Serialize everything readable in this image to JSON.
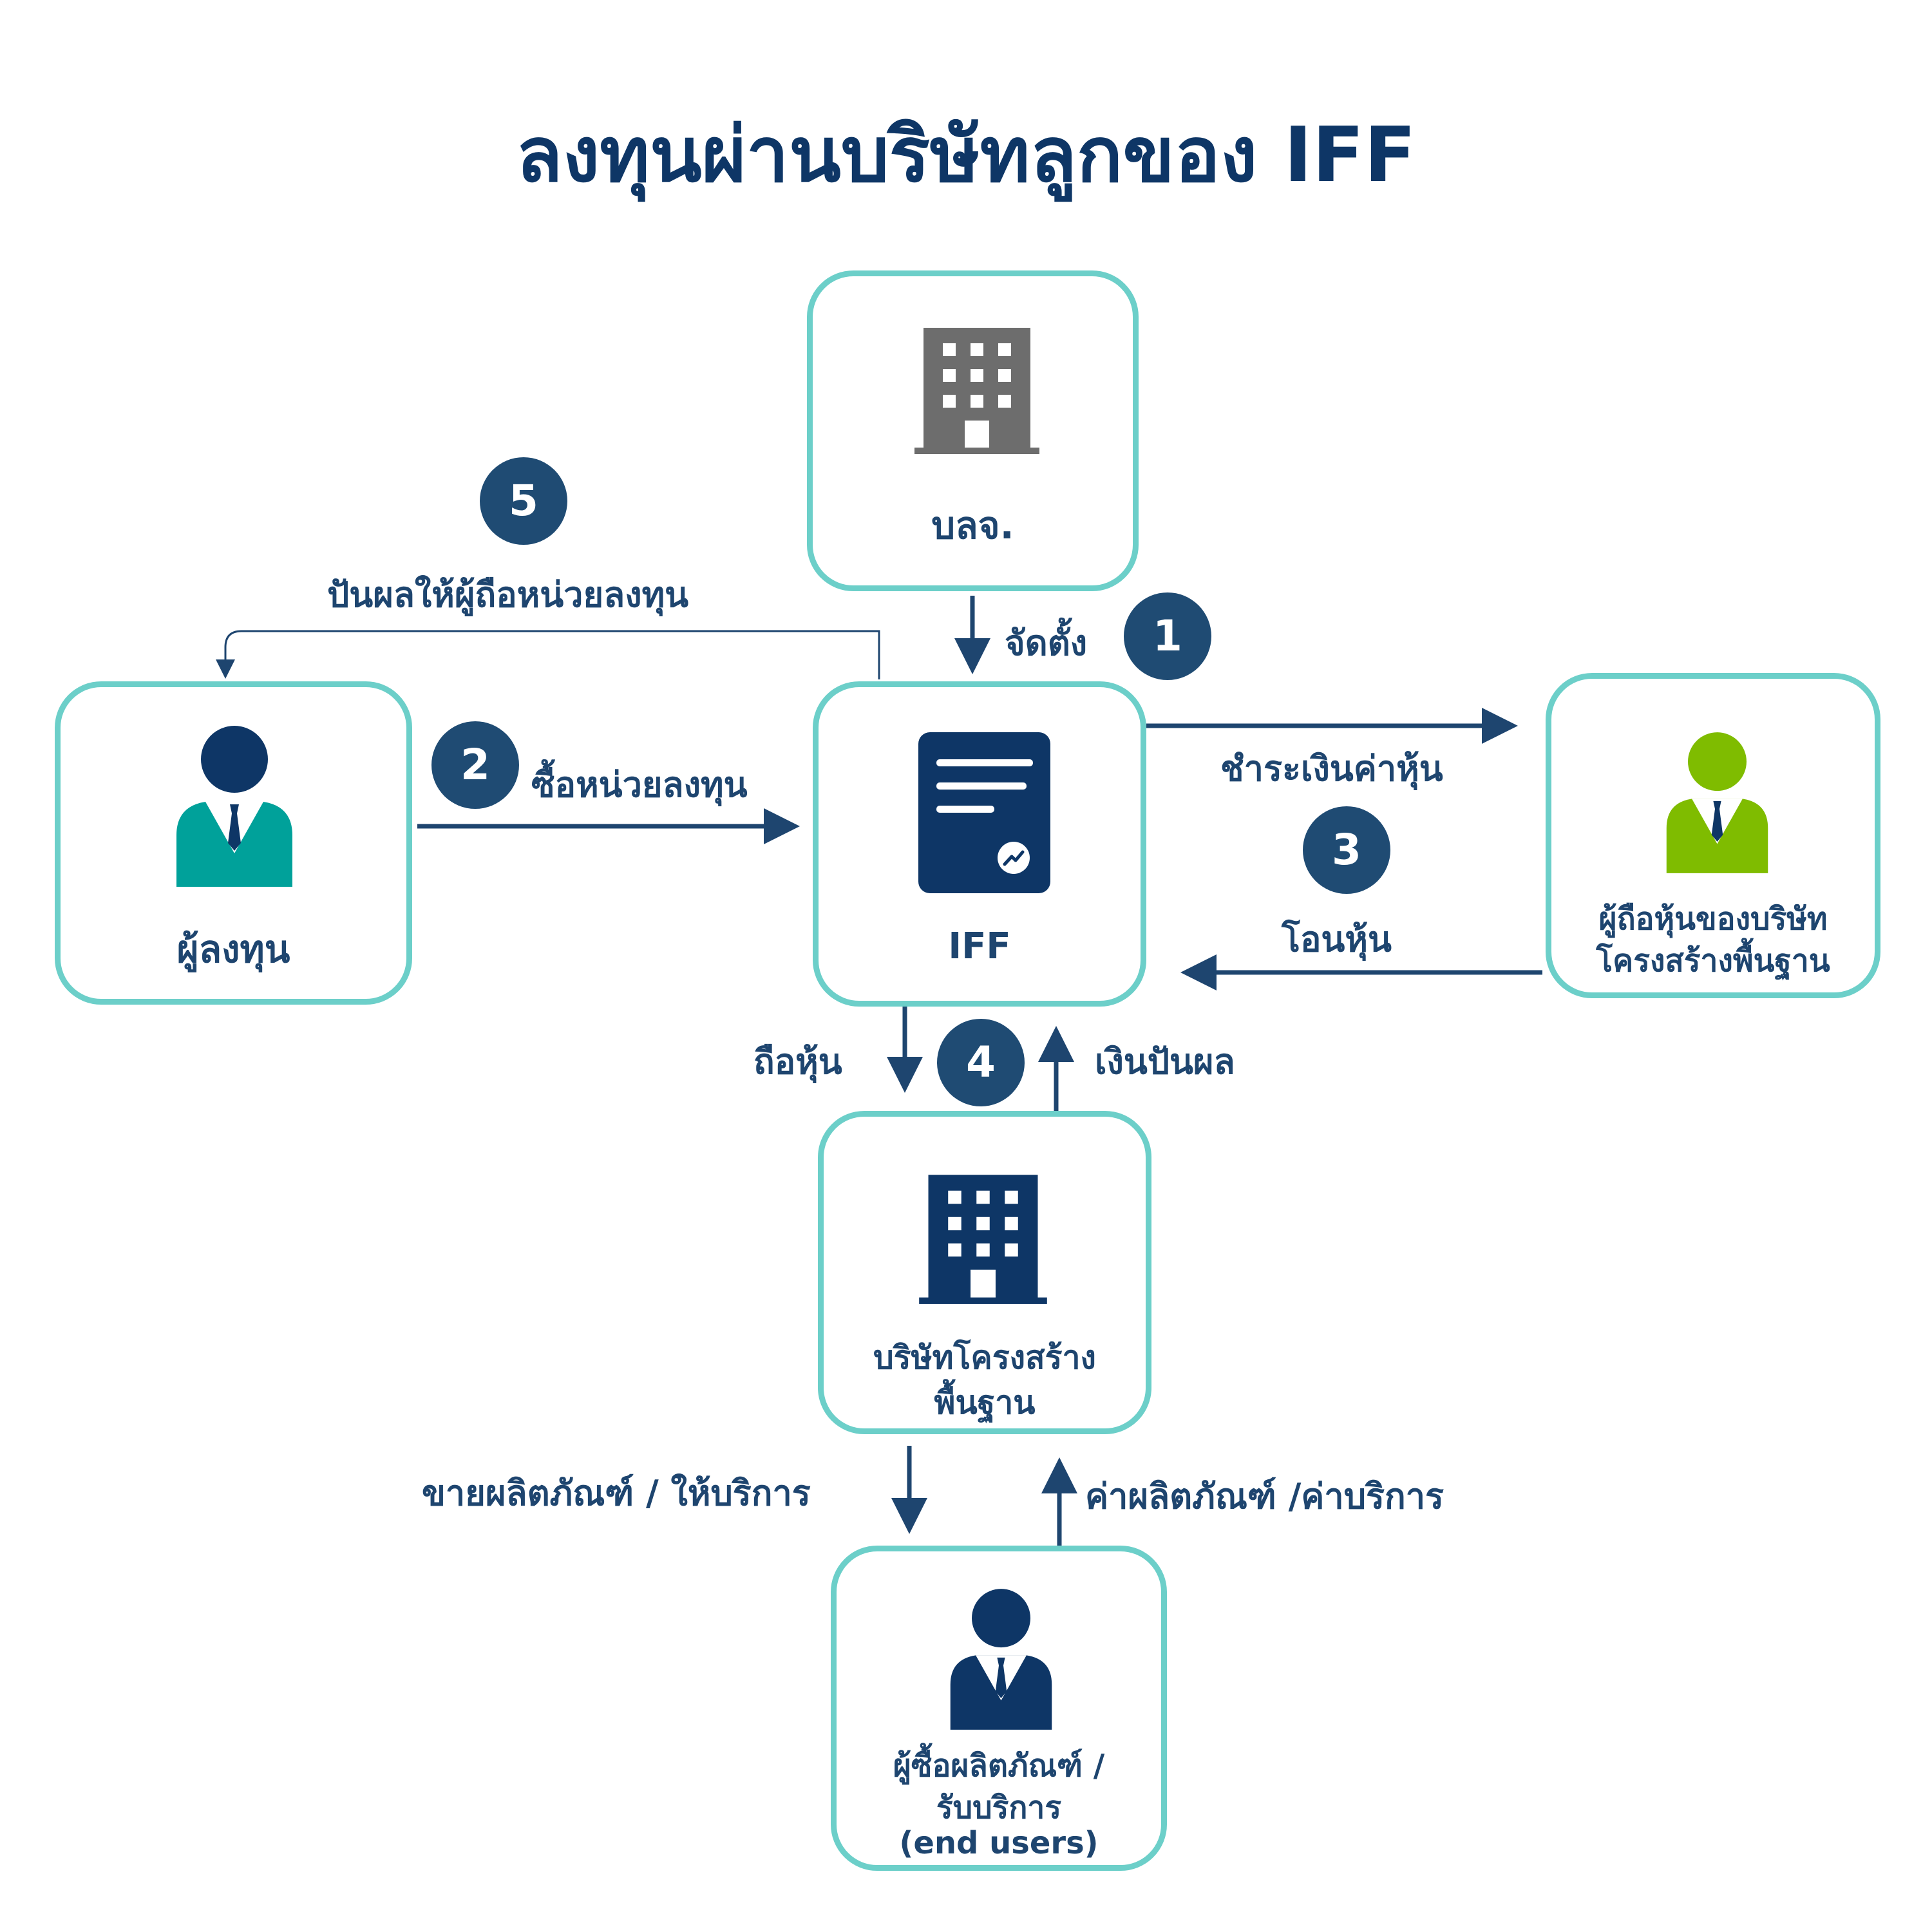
{
  "title": "ลงทุนผ่านบริษัทลูกของ IFF",
  "colors": {
    "box_border": "#6ccfc9",
    "dark_blue": "#0e3666",
    "badge": "#1f4b73",
    "investor": "#00a19a",
    "shareholder": "#7fbc00",
    "sec_building": "#6d6d6d"
  },
  "nodes": {
    "sec": {
      "label": "บลจ.",
      "icon": "building-icon"
    },
    "investor": {
      "label": "ผู้ลงทุน",
      "icon": "person-icon"
    },
    "iff": {
      "label": "IFF",
      "icon": "document-chart-icon"
    },
    "shareholder": {
      "label_line1": "ผู้ถือหุ้นของบริษัท",
      "label_line2": "โครงสร้างพื้นฐาน",
      "icon": "person-icon"
    },
    "infra": {
      "label_line1": "บริษัทโครงสร้าง",
      "label_line2": "พื้นฐาน",
      "icon": "building-icon"
    },
    "users": {
      "label_line1": "ผู้ซื้อผลิตภัณฑ์ /",
      "label_line2": "รับบริการ",
      "label_line3": "(end users)",
      "icon": "person-icon"
    }
  },
  "steps": {
    "s1": {
      "number": "1",
      "label": "จัดตั้ง"
    },
    "s2": {
      "number": "2",
      "label": "ซื้อหน่วยลงทุน"
    },
    "s3": {
      "number": "3",
      "label_top": "ชำระเงินค่าหุ้น",
      "label_bottom": "โอนหุ้น"
    },
    "s4": {
      "number": "4",
      "label_left": "ถือหุ้น",
      "label_right": "เงินปันผล"
    },
    "s5": {
      "number": "5",
      "label": "ปันผลให้ผู้ถือหน่วยลงทุน"
    }
  },
  "flows": {
    "sell_label": "ขายผลิตภัณฑ์ / ให้บริการ",
    "pay_label": "ค่าผลิตภัณฑ์ /ค่าบริการ"
  }
}
